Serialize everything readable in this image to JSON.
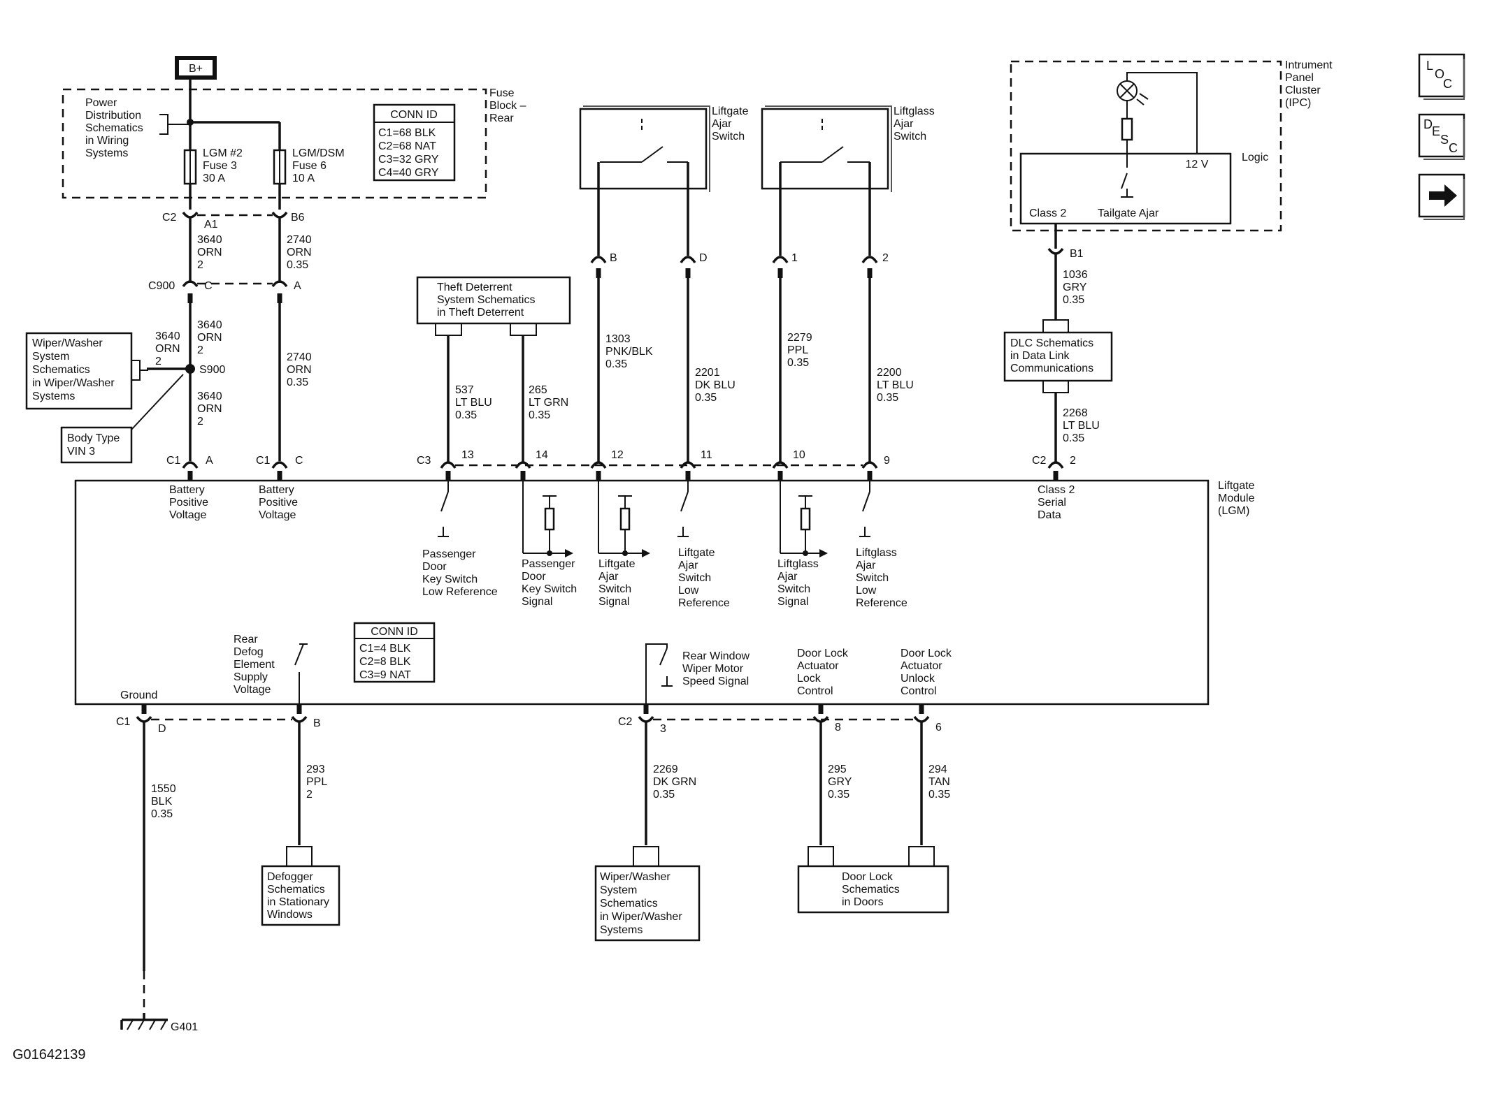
{
  "labels": {
    "b_plus": "B+",
    "fuse_block": [
      "Fuse",
      "Block –",
      "Rear"
    ],
    "power_dist": [
      "Power",
      "Distribution",
      "Schematics",
      "in Wiring",
      "Systems"
    ],
    "fuse3": [
      "LGM #2",
      "Fuse 3",
      "30 A"
    ],
    "fuse6": [
      "LGM/DSM",
      "Fuse 6",
      "10 A"
    ],
    "wiper_sys1": [
      "Wiper/Washer",
      "System",
      "Schematics",
      "in Wiper/Washer",
      "Systems"
    ],
    "body_type": [
      "Body Type",
      "VIN 3"
    ],
    "theft": [
      "Theft Deterrent",
      "System Schematics",
      "in Theft Deterrent"
    ],
    "liftgate_switch": [
      "Liftgate",
      "Ajar",
      "Switch"
    ],
    "liftglass_switch": [
      "Liftglass",
      "Ajar",
      "Switch"
    ],
    "ipc": [
      "Intrument",
      "Panel",
      "Cluster",
      "(IPC)"
    ],
    "logic": "Logic",
    "volt12": "12 V",
    "class2": "Class 2",
    "tailgate_ajar": "Tailgate Ajar",
    "dlc": [
      "DLC Schematics",
      "in Data Link",
      "Communications"
    ],
    "lgm": [
      "Liftgate",
      "Module",
      "(LGM)"
    ],
    "bpv_a": [
      "Battery",
      "Positive",
      "Voltage"
    ],
    "bpv_c": [
      "Battery",
      "Positive",
      "Voltage"
    ],
    "pdks_lowref": [
      "Passenger",
      "Door",
      "Key Switch",
      "Low Reference"
    ],
    "pdks_signal": [
      "Passenger",
      "Door",
      "Key Switch",
      "Signal"
    ],
    "lgas_signal": [
      "Liftgate",
      "Ajar",
      "Switch",
      "Signal"
    ],
    "lgas_lowref": [
      "Liftgate",
      "Ajar",
      "Switch",
      "Low",
      "Reference"
    ],
    "lglas_signal": [
      "Liftglass",
      "Ajar",
      "Switch",
      "Signal"
    ],
    "lglas_lowref": [
      "Liftglass",
      "Ajar",
      "Switch",
      "Low",
      "Reference"
    ],
    "class2_serial": [
      "Class 2",
      "Serial",
      "Data"
    ],
    "rear_defog": [
      "Rear",
      "Defog",
      "Element",
      "Supply",
      "Voltage"
    ],
    "ground": "Ground",
    "rear_wiper": [
      "Rear Window",
      "Wiper Motor",
      "Speed Signal"
    ],
    "dl_lock": [
      "Door Lock",
      "Actuator",
      "Lock",
      "Control"
    ],
    "dl_unlock": [
      "Door Lock",
      "Actuator",
      "Unlock",
      "Control"
    ],
    "defogger": [
      "Defogger",
      "Schematics",
      "in Stationary",
      "Windows"
    ],
    "wiper_sys2": [
      "Wiper/Washer",
      "System",
      "Schematics",
      "in Wiper/Washer",
      "Systems"
    ],
    "doorlock_sch": [
      "Door Lock",
      "Schematics",
      "in Doors"
    ],
    "g401": "G401",
    "figure_id": "G01642139",
    "nav_loc": [
      "L",
      "O",
      "C"
    ],
    "nav_desc": [
      "D",
      "E",
      "S",
      "C"
    ]
  },
  "conn_id_top": {
    "title": "CONN ID",
    "rows": [
      "C1=68 BLK",
      "C2=68 NAT",
      "C3=32 GRY",
      "C4=40 GRY"
    ]
  },
  "conn_id_lgm": {
    "title": "CONN ID",
    "rows": [
      "C1=4 BLK",
      "C2=8 BLK",
      "C3=9 NAT"
    ]
  },
  "wires": {
    "w3640a": [
      "3640",
      "ORN",
      "2"
    ],
    "w2740a": [
      "2740",
      "ORN",
      "0.35"
    ],
    "w3640l": [
      "3640",
      "ORN",
      "2"
    ],
    "w3640b": [
      "3640",
      "ORN",
      "2"
    ],
    "w3640c": [
      "3640",
      "ORN",
      "2"
    ],
    "w2740b": [
      "2740",
      "ORN",
      "0.35"
    ],
    "w537": [
      "537",
      "LT BLU",
      "0.35"
    ],
    "w265": [
      "265",
      "LT GRN",
      "0.35"
    ],
    "w1303": [
      "1303",
      "PNK/BLK",
      "0.35"
    ],
    "w2201": [
      "2201",
      "DK BLU",
      "0.35"
    ],
    "w2279": [
      "2279",
      "PPL",
      "0.35"
    ],
    "w2200": [
      "2200",
      "LT BLU",
      "0.35"
    ],
    "w1036": [
      "1036",
      "GRY",
      "0.35"
    ],
    "w2268": [
      "2268",
      "LT BLU",
      "0.35"
    ],
    "w1550": [
      "1550",
      "BLK",
      "0.35"
    ],
    "w293": [
      "293",
      "PPL",
      "2"
    ],
    "w2269": [
      "2269",
      "DK GRN",
      "0.35"
    ],
    "w295": [
      "295",
      "GRY",
      "0.35"
    ],
    "w294": [
      "294",
      "TAN",
      "0.35"
    ]
  },
  "connectors": {
    "c2": "C2",
    "a1": "A1",
    "b6": "B6",
    "c900": "C900",
    "c900_c": "C",
    "c900_a": "A",
    "s900": "S900",
    "c1a": "C1",
    "c1a_pin": "A",
    "c1c": "C1",
    "c1c_pin": "C",
    "c3": "C3",
    "p13": "13",
    "p14": "14",
    "p12": "12",
    "p11": "11",
    "p10": "10",
    "p9": "9",
    "sw_b": "B",
    "sw_d": "D",
    "sw_1": "1",
    "sw_2": "2",
    "b1": "B1",
    "c2r": "C2",
    "c2r_pin": "2",
    "c1d": "C1",
    "c1d_pin": "D",
    "c1b_pin": "B",
    "c2b": "C2",
    "p3": "3",
    "p8": "8",
    "p6": "6"
  }
}
